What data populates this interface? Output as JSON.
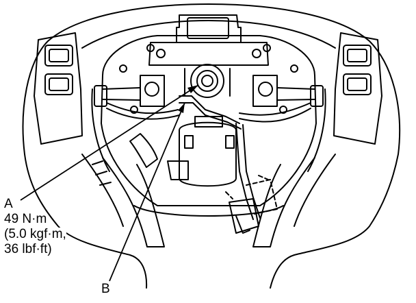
{
  "callouts": {
    "a": {
      "letter": "A",
      "torque_nm": "49 N·m",
      "torque_kgf": "(5.0 kgf·m,",
      "torque_lbf": "36 lbf·ft)"
    },
    "b": {
      "letter": "B"
    }
  },
  "colors": {
    "line": "#000000",
    "background": "#ffffff"
  }
}
